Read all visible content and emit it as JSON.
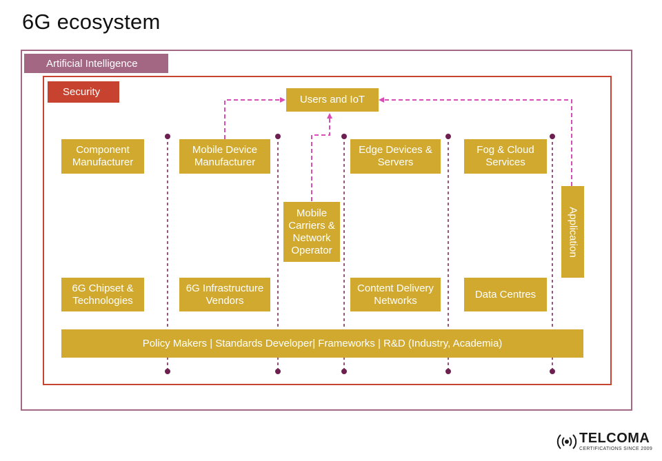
{
  "title": "6G ecosystem",
  "layers": {
    "ai": "Artificial Intelligence",
    "security": "Security"
  },
  "boxes": {
    "users_iot": "Users and IoT",
    "component_manufacturer": "Component Manufacturer",
    "mobile_device_manufacturer": "Mobile Device Manufacturer",
    "edge_devices_servers": "Edge Devices & Servers",
    "fog_cloud_services": "Fog & Cloud Services",
    "mobile_carriers": "Mobile Carriers & Network Operator",
    "application": "Application",
    "chipset_technologies": "6G Chipset & Technologies",
    "infrastructure_vendors": "6G Infrastructure Vendors",
    "content_delivery_networks": "Content Delivery Networks",
    "data_centres": "Data Centres",
    "policy_bar": "Policy Makers | Standards Developer| Frameworks | R&D (Industry, Academia)"
  },
  "logo": {
    "name": "TELCOMA",
    "tagline": "CERTIFICATIONS SINCE 2009"
  },
  "colors": {
    "ai_layer": "#a36783",
    "security_layer": "#c7432f",
    "box_fill": "#d1a92f",
    "arrow": "#d94bb5",
    "divider": "#6d2050"
  }
}
